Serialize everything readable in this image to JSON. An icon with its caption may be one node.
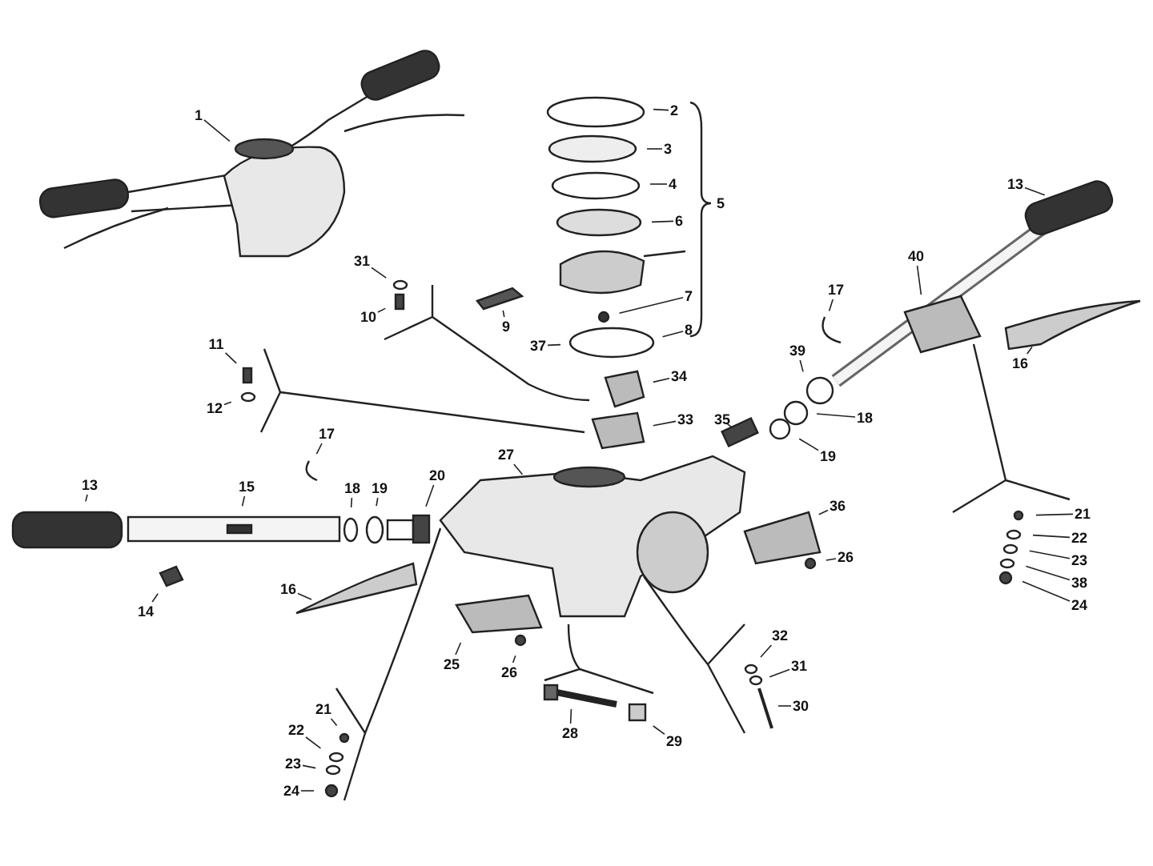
{
  "diagram": {
    "nodes": [
      {
        "text": [
          "2"
        ]
      },
      {
        "text": [
          "1"
        ]
      },
      {
        "text": [
          "3"
        ]
      },
      {
        "text": [
          "4"
        ]
      },
      {
        "text": [
          "13"
        ]
      },
      {
        "text": [
          "6"
        ]
      },
      {
        "text": [
          "40"
        ]
      },
      {
        "text": [
          "31"
        ]
      },
      {
        "text": [
          "7"
        ]
      },
      {
        "text": [
          "17"
        ]
      },
      {
        "text": [
          "10"
        ]
      },
      {
        "text": [
          "9"
        ]
      },
      {
        "text": [
          "8"
        ]
      },
      {
        "text": [
          "37"
        ]
      },
      {
        "text": [
          "11"
        ]
      },
      {
        "text": [
          "16"
        ]
      },
      {
        "text": [
          "39"
        ]
      },
      {
        "text": [
          "34"
        ]
      },
      {
        "text": [
          "12"
        ]
      },
      {
        "text": [
          "33"
        ]
      },
      {
        "text": [
          "35"
        ]
      },
      {
        "text": [
          "18"
        ]
      },
      {
        "text": [
          "17"
        ]
      },
      {
        "text": [
          "19"
        ]
      },
      {
        "text": [
          "27"
        ]
      },
      {
        "text": [
          "13"
        ]
      },
      {
        "text": [
          "15"
        ]
      },
      {
        "text": [
          "18"
        ]
      },
      {
        "text": [
          "19"
        ]
      },
      {
        "text": [
          "20"
        ]
      },
      {
        "text": [
          "36"
        ]
      },
      {
        "text": [
          "21"
        ]
      },
      {
        "text": [
          "22"
        ]
      },
      {
        "text": [
          "26"
        ]
      },
      {
        "text": [
          "23"
        ]
      },
      {
        "text": [
          "38"
        ]
      },
      {
        "text": [
          "16"
        ]
      },
      {
        "text": [
          "24"
        ]
      },
      {
        "text": [
          "14"
        ]
      },
      {
        "text": [
          "32"
        ]
      },
      {
        "text": [
          "25"
        ]
      },
      {
        "text": [
          "31"
        ]
      },
      {
        "text": [
          "26"
        ]
      },
      {
        "text": [
          "30"
        ]
      },
      {
        "text": [
          "21"
        ]
      },
      {
        "text": [
          "28"
        ]
      },
      {
        "text": [
          "22"
        ]
      },
      {
        "text": [
          "29"
        ]
      },
      {
        "text": [
          "23"
        ]
      },
      {
        "text": [
          "24"
        ]
      }
    ],
    "edges": [
      {
        "from": 0,
        "to": null,
        "arrow": "none"
      },
      {
        "from": 1,
        "to": null,
        "arrow": "none"
      },
      {
        "from": 2,
        "to": null,
        "arrow": "none"
      },
      {
        "from": 3,
        "to": null,
        "arrow": "none"
      },
      {
        "from": 4,
        "to": null,
        "arrow": "none"
      },
      {
        "from": 5,
        "to": null,
        "arrow": "none"
      },
      {
        "from": 6,
        "to": null,
        "arrow": "none"
      },
      {
        "from": 7,
        "to": null,
        "arrow": "none"
      },
      {
        "from": 8,
        "to": null,
        "arrow": "none"
      },
      {
        "from": 9,
        "to": null,
        "arrow": "none"
      },
      {
        "from": 10,
        "to": null,
        "arrow": "none"
      },
      {
        "from": 11,
        "to": null,
        "arrow": "none"
      },
      {
        "from": 12,
        "to": null,
        "arrow": "none"
      },
      {
        "from": 13,
        "to": null,
        "arrow": "none"
      },
      {
        "from": 14,
        "to": null,
        "arrow": "none"
      },
      {
        "from": 15,
        "to": null,
        "arrow": "none"
      },
      {
        "from": 16,
        "to": null,
        "arrow": "none"
      },
      {
        "from": 17,
        "to": null,
        "arrow": "none"
      },
      {
        "from": 18,
        "to": null,
        "arrow": "none"
      },
      {
        "from": 19,
        "to": null,
        "arrow": "none"
      },
      {
        "from": 20,
        "to": null,
        "arrow": "none"
      },
      {
        "from": 21,
        "to": null,
        "arrow": "none"
      },
      {
        "from": 22,
        "to": null,
        "arrow": "none"
      },
      {
        "from": 23,
        "to": null,
        "arrow": "none"
      },
      {
        "from": 24,
        "to": null,
        "arrow": "none"
      },
      {
        "from": 25,
        "to": null,
        "arrow": "none"
      },
      {
        "from": 26,
        "to": null,
        "arrow": "none"
      },
      {
        "from": 27,
        "to": null,
        "arrow": "none"
      },
      {
        "from": 28,
        "to": null,
        "arrow": "none"
      },
      {
        "from": 29,
        "to": null,
        "arrow": "none"
      },
      {
        "from": 30,
        "to": null,
        "arrow": "none"
      },
      {
        "from": 31,
        "to": null,
        "arrow": "none"
      },
      {
        "from": 32,
        "to": null,
        "arrow": "none"
      },
      {
        "from": 33,
        "to": null,
        "arrow": "none"
      },
      {
        "from": 34,
        "to": null,
        "arrow": "none"
      },
      {
        "from": 35,
        "to": null,
        "arrow": "none"
      },
      {
        "from": 36,
        "to": null,
        "arrow": "none"
      },
      {
        "from": 37,
        "to": null,
        "arrow": "none"
      },
      {
        "from": 38,
        "to": null,
        "arrow": "none"
      },
      {
        "from": 39,
        "to": null,
        "arrow": "none"
      },
      {
        "from": 40,
        "to": null,
        "arrow": "none"
      },
      {
        "from": 41,
        "to": null,
        "arrow": "none"
      },
      {
        "from": 42,
        "to": null,
        "arrow": "none"
      },
      {
        "from": 43,
        "to": null,
        "arrow": "none"
      },
      {
        "from": 44,
        "to": null,
        "arrow": "none"
      },
      {
        "from": 45,
        "to": null,
        "arrow": "none"
      },
      {
        "from": 46,
        "to": null,
        "arrow": "none"
      },
      {
        "from": 47,
        "to": null,
        "arrow": "none"
      },
      {
        "from": 48,
        "to": null,
        "arrow": "none"
      },
      {
        "from": 49,
        "to": null,
        "arrow": "none"
      }
    ],
    "labels": [
      "5"
    ]
  }
}
